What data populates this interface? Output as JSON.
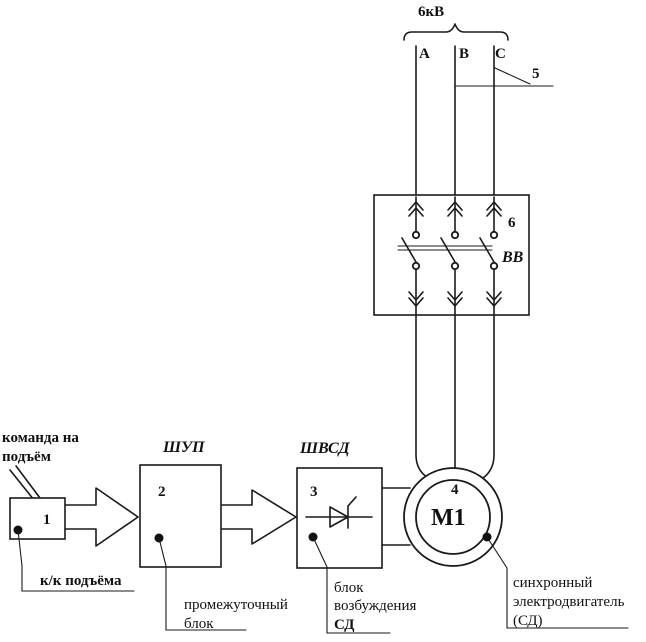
{
  "supply": {
    "voltage": "6кВ",
    "phases": [
      "A",
      "B",
      "C"
    ]
  },
  "callouts": {
    "cable": "5",
    "switch_number": "6",
    "motor_number": "4",
    "control_number": "1",
    "intermediate_number": "2",
    "excitation_number": "3"
  },
  "switch": {
    "label": "ВВ"
  },
  "motor": {
    "symbol": "М1"
  },
  "blocks": {
    "intermediate_title": "ШУП",
    "excitation_title": "ШВСД"
  },
  "labels": {
    "command_line1": "команда на",
    "command_line2": "подъём",
    "contact": "к/к подъёма",
    "intermediate_line1": "промежуточный",
    "intermediate_line2": "блок",
    "excitation_line1": "блок",
    "excitation_line2": "возбуждения",
    "excitation_line3": "СД",
    "motor_line1": "синхронный",
    "motor_line2": "электродвигатель",
    "motor_line3": "(СД)"
  }
}
